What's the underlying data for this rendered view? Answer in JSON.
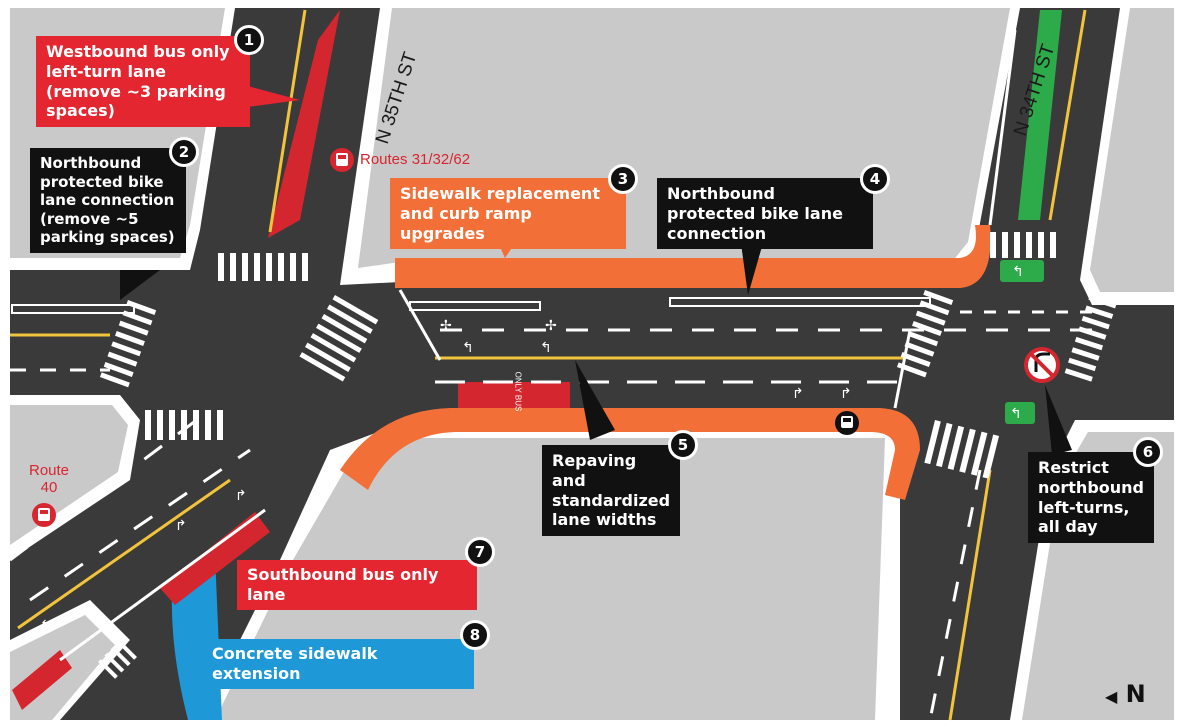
{
  "streets": {
    "n35th": "N 35TH ST",
    "n34th": "N 34TH ST"
  },
  "routes": {
    "routes_31_32_62": "Routes 31/32/62",
    "route_40": "Route\n40"
  },
  "north_arrow": {
    "label": "N",
    "glyph": "◀"
  },
  "pavement_markings": {
    "only": "ONLY",
    "bus": "BUS"
  },
  "callouts": [
    {
      "number": "1",
      "text": "Westbound bus only left-turn lane (remove ~3 parking spaces)",
      "color": "#e3262f"
    },
    {
      "number": "2",
      "text": "Northbound protected bike lane connection (remove ~5 parking spaces)",
      "color": "#111111"
    },
    {
      "number": "3",
      "text": "Sidewalk replacement and curb ramp upgrades",
      "color": "#f26f37"
    },
    {
      "number": "4",
      "text": "Northbound protected bike lane connection",
      "color": "#111111"
    },
    {
      "number": "5",
      "text": "Repaving and standardized lane widths",
      "color": "#111111"
    },
    {
      "number": "6",
      "text": "Restrict northbound left-turns, all day",
      "color": "#111111"
    },
    {
      "number": "7",
      "text": "Southbound bus only lane",
      "color": "#e3262f"
    },
    {
      "number": "8",
      "text": "Concrete sidewalk extension",
      "color": "#1e98d7"
    }
  ],
  "colors": {
    "road": "#3a3a3a",
    "block": "#c9c9c9",
    "sidewalk": "#ffffff",
    "bus_lane_red": "#d4262e",
    "bike_lane_green": "#2daa4a",
    "lane_yellow": "#f2c43b",
    "highlight_orange": "#f26f37",
    "extension_blue": "#1e98d7"
  }
}
